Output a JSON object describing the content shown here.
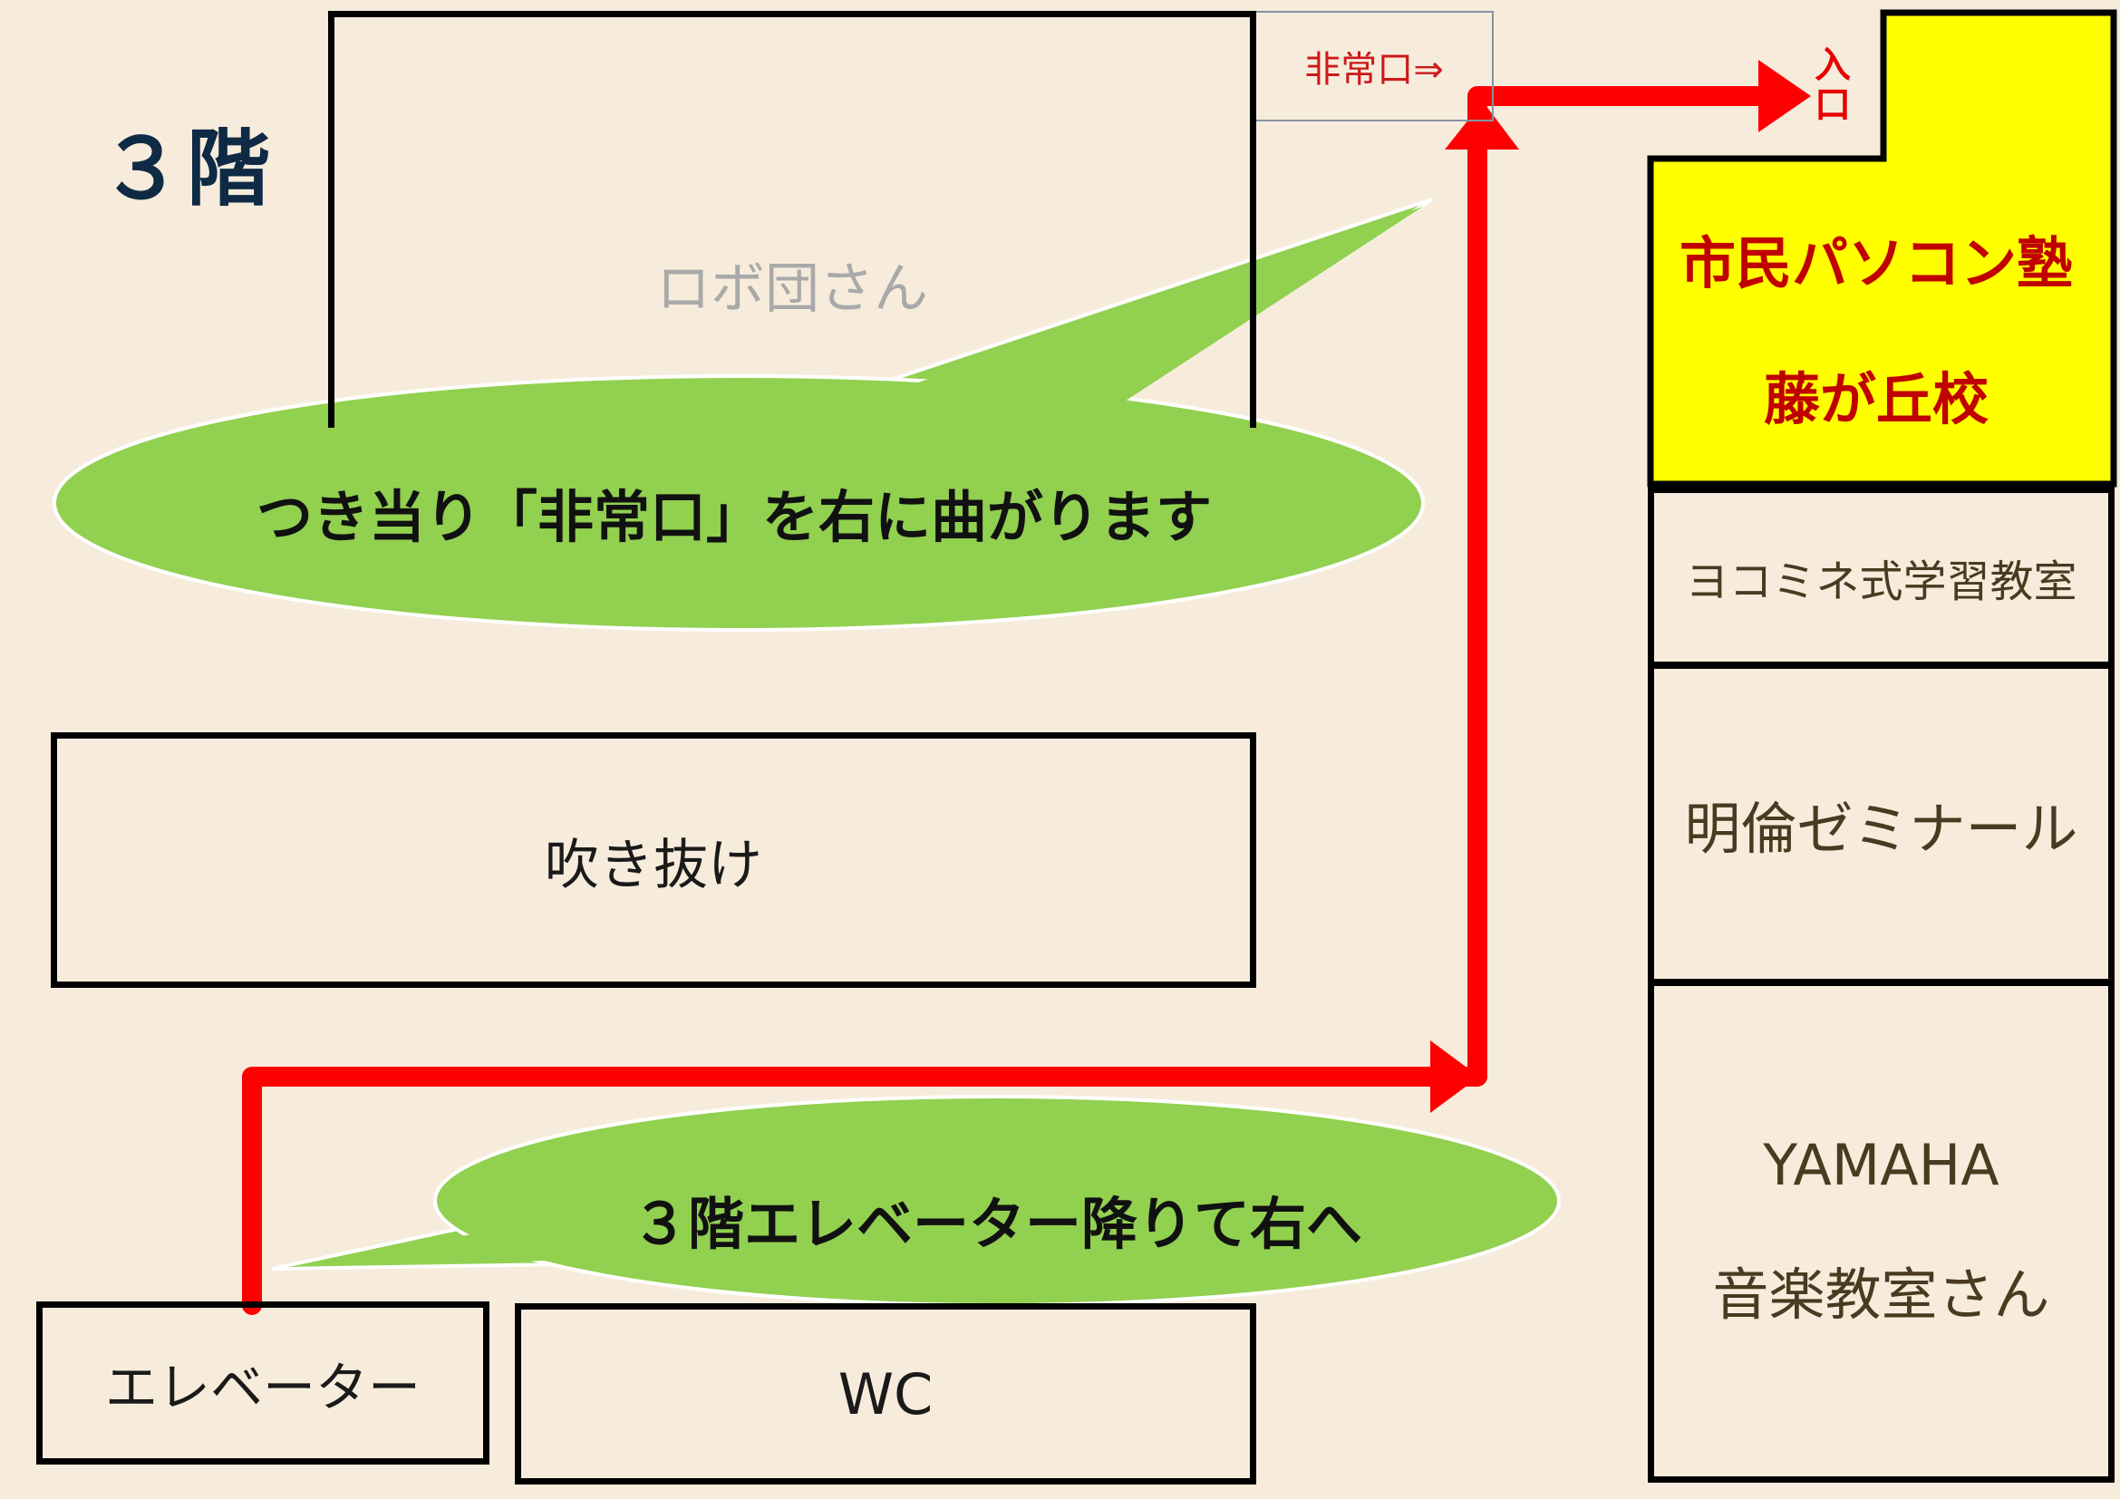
{
  "floor": {
    "title": "３階"
  },
  "rooms": {
    "robo": "ロボ団さん",
    "atrium": "吹き抜け",
    "elevator": "エレベーター",
    "wc": "WC",
    "yokomine": "ヨコミネ式学習教室",
    "meirin": "明倫ゼミナール",
    "yamaha_line1": "YAMAHA",
    "yamaha_line2": "音楽教室さん"
  },
  "exit": {
    "label": "非常口⇒"
  },
  "target": {
    "name_line1": "市民パソコン塾",
    "name_line2": "藤が丘校",
    "entrance": "入口"
  },
  "callouts": {
    "turn_right_at_exit": "つき当り「非常口」を右に曲がります",
    "exit_elevator_right": "３階エレベーター降りて右へ"
  },
  "colors": {
    "background": "#f7ecdc",
    "route": "#ff0000",
    "callout": "#92d050",
    "target_fill": "#ffff00",
    "target_text": "#c00000"
  }
}
